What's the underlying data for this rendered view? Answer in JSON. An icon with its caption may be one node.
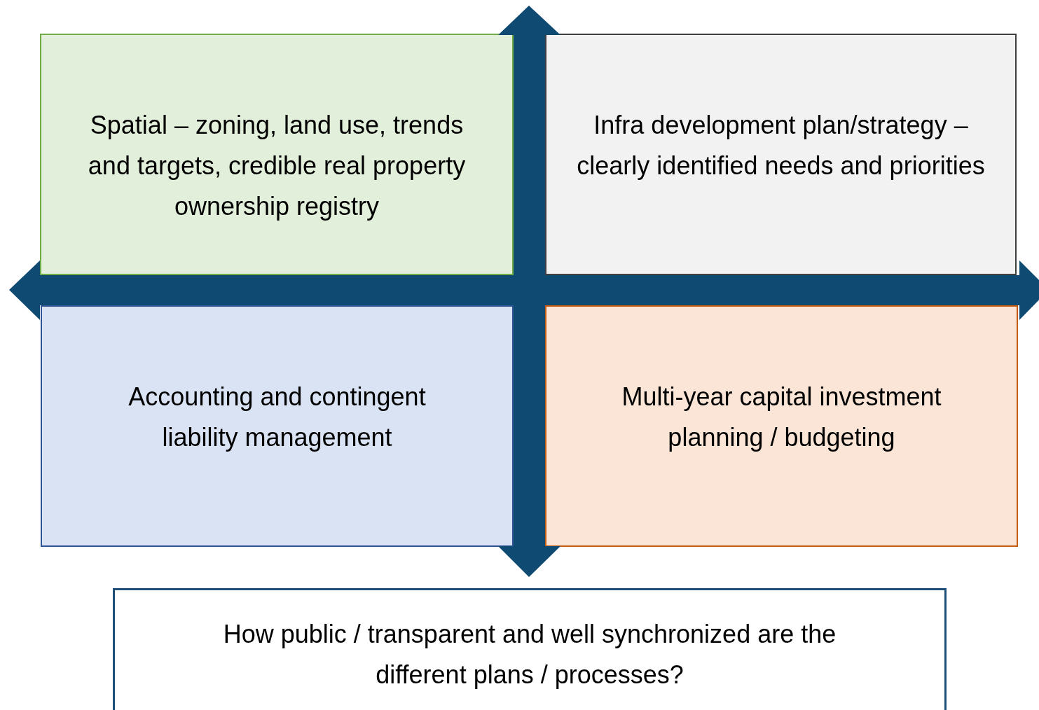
{
  "diagram": {
    "nodes": [
      {
        "text": [
          "Spatial – zoning, land use, trends and targets, credible real property ownership registry"
        ]
      },
      {
        "text": [
          "Infra development plan/strategy – clearly identified needs and priorities"
        ]
      },
      {
        "text": [
          "Accounting and contingent liability management"
        ]
      },
      {
        "text": [
          "Multi-year capital investment planning / budgeting"
        ]
      },
      {
        "text": [
          "How public / transparent and well synchronized are the different plans / processes?"
        ]
      }
    ]
  }
}
